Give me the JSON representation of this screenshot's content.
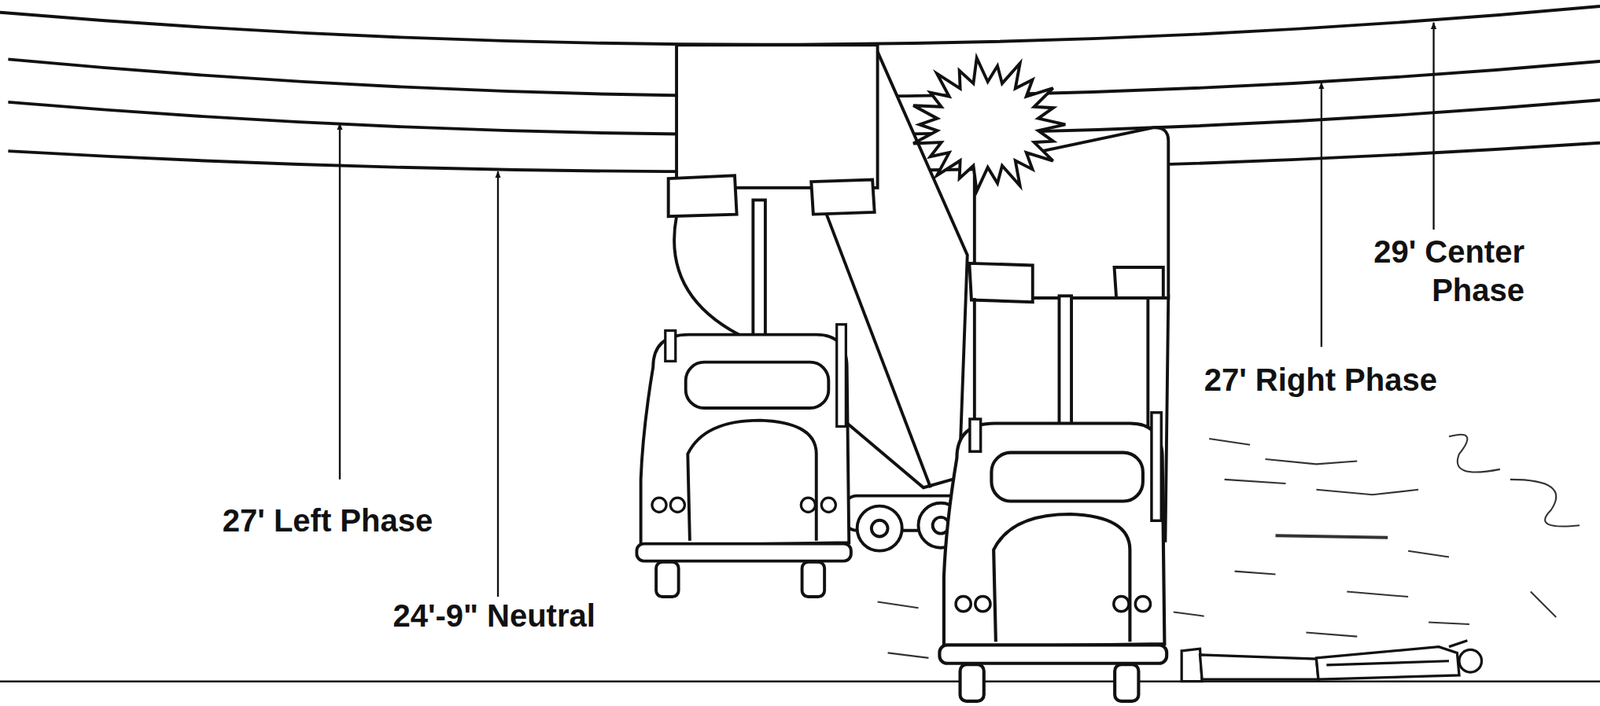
{
  "diagram": {
    "labels": [
      "27' Left Phase",
      "24'-9\" Neutral",
      "27' Right Phase",
      "29' Center Phase"
    ]
  }
}
